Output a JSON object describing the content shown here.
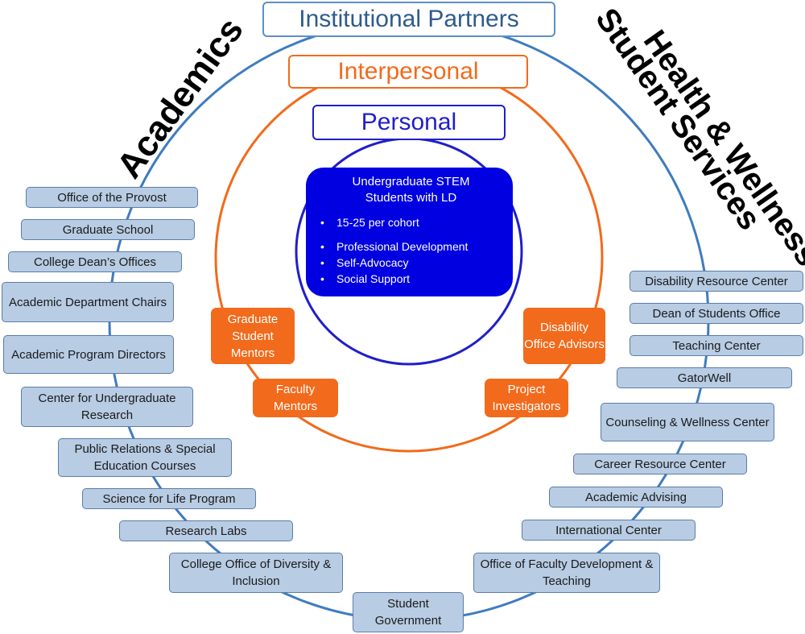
{
  "titles": {
    "institutional": "Institutional Partners",
    "interpersonal": "Interpersonal",
    "personal": "Personal"
  },
  "arc_labels": {
    "academics": "Academics",
    "student_services": "Student Services",
    "health_wellness": "Health & Wellness"
  },
  "center": {
    "title_line1": "Undergraduate STEM",
    "title_line2": "Students with LD",
    "bullets": [
      "15-25 per cohort",
      "Professional Development",
      "Self-Advocacy",
      "Social Support"
    ]
  },
  "interpersonal_partners": {
    "grad_mentors": "Graduate Student Mentors",
    "faculty_mentors": "Faculty Mentors",
    "disability_advisors": "Disability Office Advisors",
    "project_investigators": "Project Investigators"
  },
  "academics_partners": [
    "Office of the Provost",
    "Graduate School",
    "College Dean’s Offices",
    "Academic Department Chairs",
    "Academic Program Directors",
    "Center for Undergraduate Research",
    "Public Relations & Special Education Courses",
    "Science for Life Program",
    "Research Labs",
    "College Office of Diversity & Inclusion"
  ],
  "bottom_partner": "Student Government",
  "services_partners": [
    "Disability Resource Center",
    "Dean of Students Office",
    "Teaching Center",
    "GatorWell",
    "Counseling & Wellness Center",
    "Career Resource Center",
    "Academic Advising",
    "International Center",
    "Office of Faculty Development & Teaching"
  ],
  "colors": {
    "institutional_ring": "#3f7cbf",
    "interpersonal_ring": "#f26a1b",
    "personal_ring": "#1f1fc9",
    "center_fill": "#0000e0",
    "partner_box_fill": "#b8cce4"
  }
}
